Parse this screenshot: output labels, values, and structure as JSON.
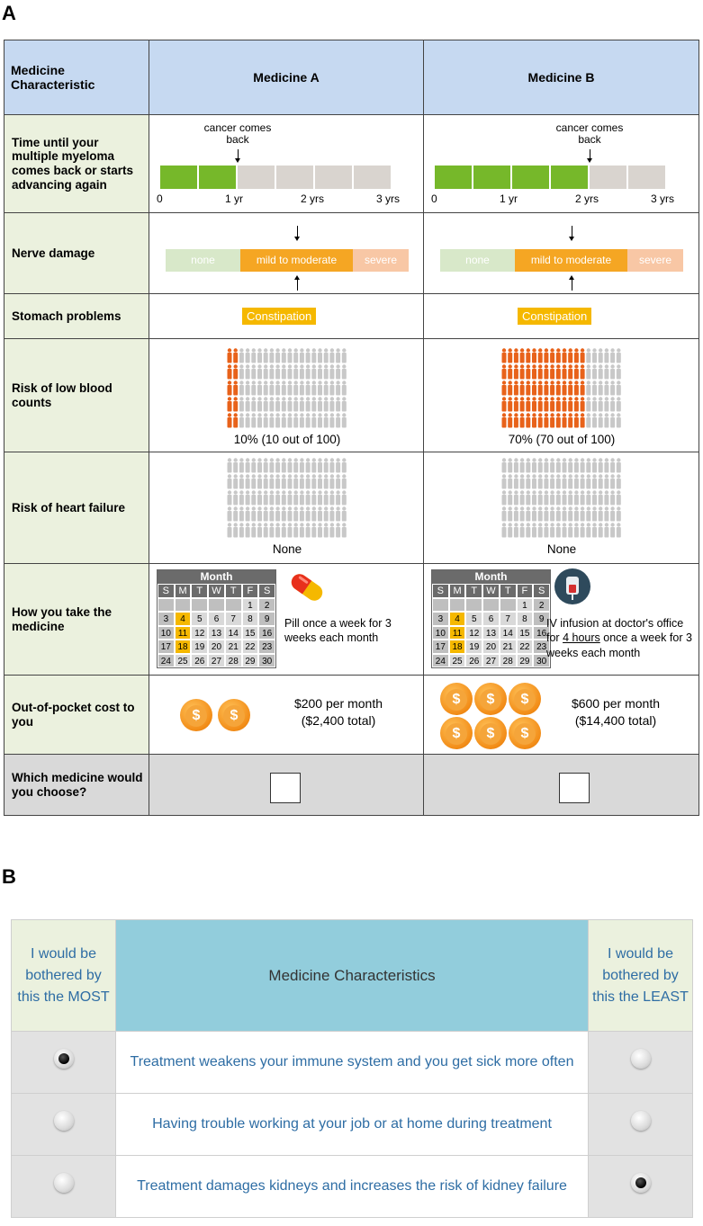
{
  "panel_a": {
    "label": "A",
    "header": {
      "characteristic": "Medicine Characteristic",
      "med_a": "Medicine A",
      "med_b": "Medicine B"
    },
    "rows": {
      "time": "Time until your multiple myeloma comes back or starts advancing again",
      "nerve": "Nerve damage",
      "stomach": "Stomach problems",
      "blood": "Risk of low blood counts",
      "heart": "Risk of heart failure",
      "how": "How you take the medicine",
      "cost": "Out-of-pocket cost to you",
      "choose": "Which medicine would you choose?"
    },
    "time_bar": {
      "cancer_label": "cancer comes back",
      "ticks": [
        "0",
        "1 yr",
        "2 yrs",
        "3 yrs"
      ],
      "med_a_years": 1,
      "med_b_years": 2,
      "colors": {
        "filled": "#76b82a",
        "empty": "#d9d4cf"
      }
    },
    "nerve_scale": {
      "levels": [
        "none",
        "mild to moderate",
        "severe"
      ],
      "selected_a": "mild to moderate",
      "selected_b": "mild to moderate",
      "colors": {
        "none": "#d8e8c9",
        "mild": "#f5a623",
        "severe": "#f8c7a5"
      }
    },
    "stomach": {
      "med_a": "Constipation",
      "med_b": "Constipation"
    },
    "blood": {
      "med_a_count": 10,
      "med_b_count": 70,
      "med_a_caption": "10% (10 out of 100)",
      "med_b_caption": "70% (70 out of 100)"
    },
    "heart": {
      "med_a_count": 0,
      "med_b_count": 0,
      "med_a_caption": "None",
      "med_b_caption": "None"
    },
    "calendar": {
      "title": "Month",
      "days": [
        "S",
        "M",
        "T",
        "W",
        "T",
        "F",
        "S"
      ],
      "weeks": [
        [
          "",
          "",
          "",
          "",
          "",
          "1",
          "2"
        ],
        [
          "3",
          "4",
          "5",
          "6",
          "7",
          "8",
          "9"
        ],
        [
          "10",
          "11",
          "12",
          "13",
          "14",
          "15",
          "16"
        ],
        [
          "17",
          "18",
          "19",
          "20",
          "21",
          "22",
          "23"
        ],
        [
          "24",
          "25",
          "26",
          "27",
          "28",
          "29",
          "30"
        ]
      ],
      "highlighted": [
        "4",
        "11",
        "18"
      ]
    },
    "how": {
      "med_a": "Pill once a week for 3 weeks each month",
      "med_b_pre": "IV infusion at doctor's office for ",
      "med_b_hours": "4 hours",
      "med_b_post": " once a week for 3 weeks each month",
      "med_a_icon": "pill-icon",
      "med_b_icon": "iv-bag-icon"
    },
    "cost": {
      "med_a_line1": "$200 per month",
      "med_a_line2": "($2,400 total)",
      "med_a_coins": 2,
      "med_b_line1": "$600 per month",
      "med_b_line2": "($14,400 total)",
      "med_b_coins": 6,
      "coin_symbol": "$"
    },
    "colors": {
      "header": "#c6d9f1",
      "row_label": "#ebf1de",
      "choose_row": "#d9d9d9",
      "risk_person": "#e8621a",
      "no_risk_person": "#c8c8c8"
    }
  },
  "panel_b": {
    "label": "B",
    "most_header": "I would be bothered by this the MOST",
    "center_header": "Medicine Characteristics",
    "least_header": "I would be bothered by this the LEAST",
    "items": [
      {
        "text": "Treatment weakens your immune system and you get sick more often",
        "most": true,
        "least": false
      },
      {
        "text": "Having trouble working at your job or at home during treatment",
        "most": false,
        "least": false
      },
      {
        "text": "Treatment damages kidneys and increases the risk of kidney failure",
        "most": false,
        "least": true
      }
    ]
  }
}
